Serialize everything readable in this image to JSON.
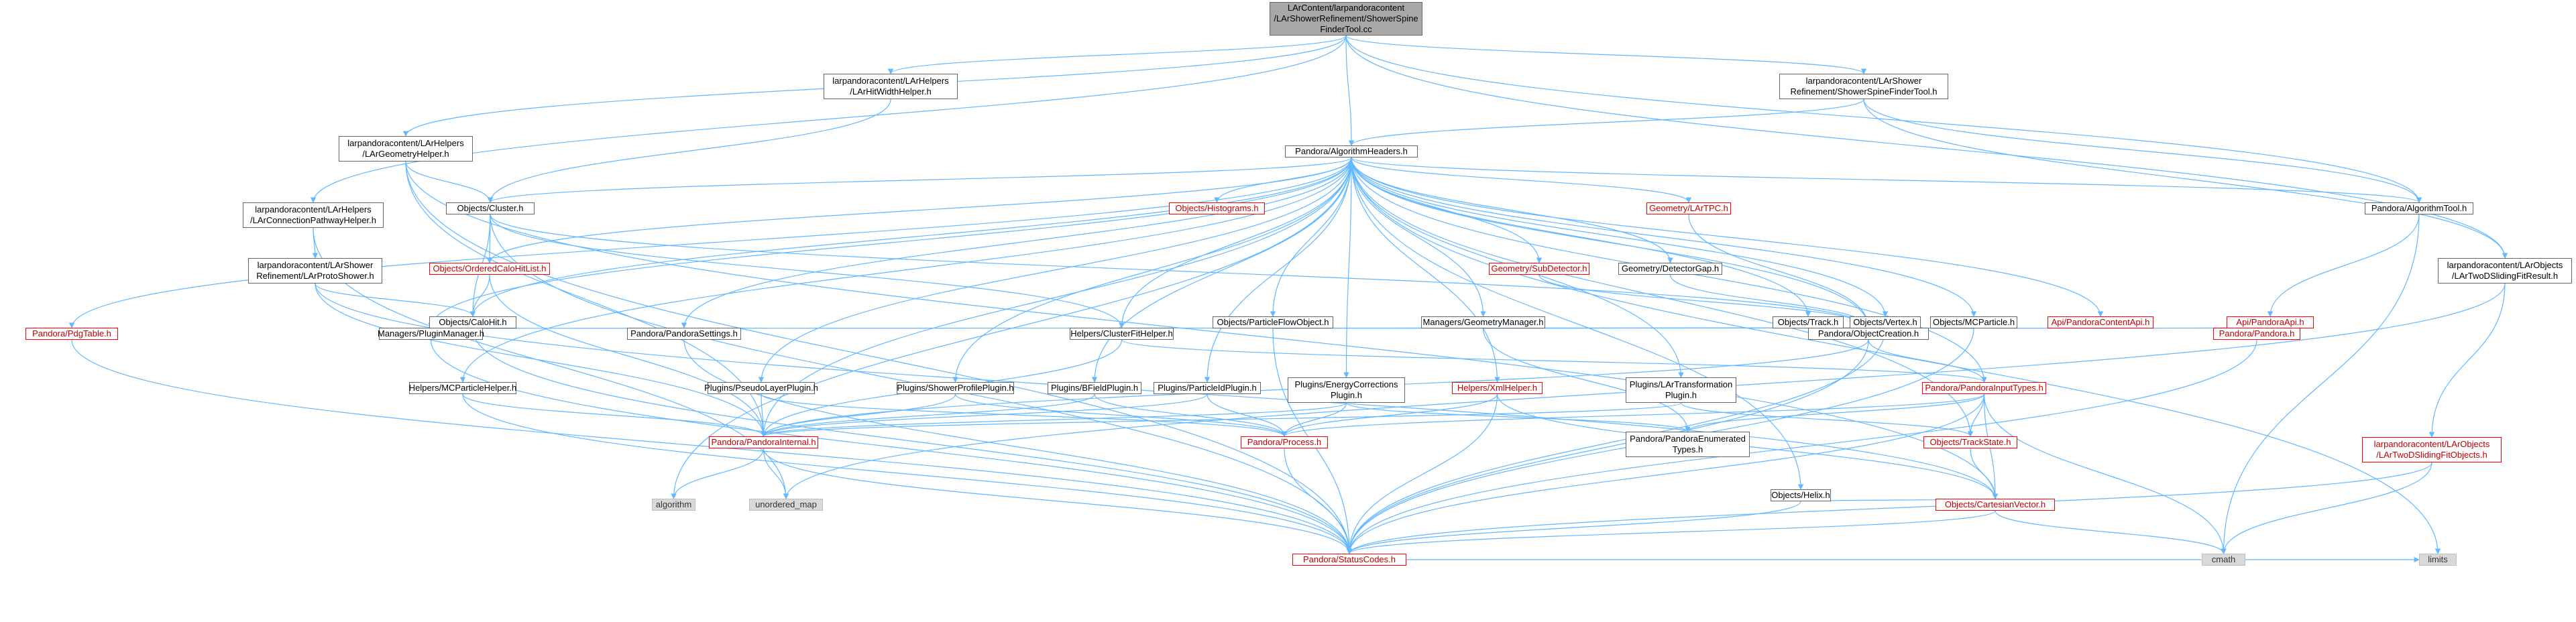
{
  "nodes": [
    {
      "id": "root",
      "label": "LArContent/larpandoracontent\n/LArShowerRefinement/ShowerSpine\nFinderTool.cc",
      "style": "root"
    },
    {
      "id": "lahwh",
      "label": "larpandoracontent/LArHelpers\n/LArHitWidthHelper.h",
      "style": "normal"
    },
    {
      "id": "lssfth",
      "label": "larpandoracontent/LArShower\nRefinement/ShowerSpineFinderTool.h",
      "style": "normal"
    },
    {
      "id": "lageo",
      "label": "larpandoracontent/LArHelpers\n/LArGeometryHelper.h",
      "style": "normal"
    },
    {
      "id": "pah",
      "label": "Pandora/AlgorithmHeaders.h",
      "style": "normal"
    },
    {
      "id": "lacph",
      "label": "larpandoracontent/LArHelpers\n/LArConnectionPathwayHelper.h",
      "style": "normal"
    },
    {
      "id": "ocl",
      "label": "Objects/Cluster.h",
      "style": "normal"
    },
    {
      "id": "ohist",
      "label": "Objects/Histograms.h",
      "style": "red"
    },
    {
      "id": "gtpc",
      "label": "Geometry/LArTPC.h",
      "style": "red"
    },
    {
      "id": "pat",
      "label": "Pandora/AlgorithmTool.h",
      "style": "normal"
    },
    {
      "id": "l2dsf",
      "label": "larpandoracontent/LArObjects\n/LArTwoDSlidingFitResult.h",
      "style": "normal"
    },
    {
      "id": "lsps",
      "label": "larpandoracontent/LArShower\nRefinement/LArProtoShower.h",
      "style": "normal"
    },
    {
      "id": "ooch",
      "label": "Objects/OrderedCaloHitList.h",
      "style": "red"
    },
    {
      "id": "gsd",
      "label": "Geometry/SubDetector.h",
      "style": "red"
    },
    {
      "id": "gdg",
      "label": "Geometry/DetectorGap.h",
      "style": "normal"
    },
    {
      "id": "och",
      "label": "Objects/CaloHit.h",
      "style": "normal"
    },
    {
      "id": "opfo",
      "label": "Objects/ParticleFlowObject.h",
      "style": "normal"
    },
    {
      "id": "mgm",
      "label": "Managers/GeometryManager.h",
      "style": "normal"
    },
    {
      "id": "otr",
      "label": "Objects/Track.h",
      "style": "normal"
    },
    {
      "id": "ovx",
      "label": "Objects/Vertex.h",
      "style": "normal"
    },
    {
      "id": "omcp",
      "label": "Objects/MCParticle.h",
      "style": "normal"
    },
    {
      "id": "apca",
      "label": "Api/PandoraContentApi.h",
      "style": "red"
    },
    {
      "id": "apa",
      "label": "Api/PandoraApi.h",
      "style": "red"
    },
    {
      "id": "ppdg",
      "label": "Pandora/PdgTable.h",
      "style": "red"
    },
    {
      "id": "mpm",
      "label": "Managers/PluginManager.h",
      "style": "normal"
    },
    {
      "id": "pps",
      "label": "Pandora/PandoraSettings.h",
      "style": "normal"
    },
    {
      "id": "hcfh",
      "label": "Helpers/ClusterFitHelper.h",
      "style": "normal"
    },
    {
      "id": "poc",
      "label": "Pandora/ObjectCreation.h",
      "style": "normal"
    },
    {
      "id": "pp",
      "label": "Pandora/Pandora.h",
      "style": "red"
    },
    {
      "id": "hmcp",
      "label": "Helpers/MCParticleHelper.h",
      "style": "normal"
    },
    {
      "id": "ppslp",
      "label": "Plugins/PseudoLayerPlugin.h",
      "style": "normal"
    },
    {
      "id": "pspp",
      "label": "Plugins/ShowerProfilePlugin.h",
      "style": "normal"
    },
    {
      "id": "pbfp",
      "label": "Plugins/BFieldPlugin.h",
      "style": "normal"
    },
    {
      "id": "ppid",
      "label": "Plugins/ParticleIdPlugin.h",
      "style": "normal"
    },
    {
      "id": "pecp",
      "label": "Plugins/EnergyCorrections\nPlugin.h",
      "style": "normal"
    },
    {
      "id": "hxml",
      "label": "Helpers/XmlHelper.h",
      "style": "red"
    },
    {
      "id": "pltp",
      "label": "Plugins/LArTransformation\nPlugin.h",
      "style": "normal"
    },
    {
      "id": "ppit",
      "label": "Pandora/PandoraInputTypes.h",
      "style": "red"
    },
    {
      "id": "ppi",
      "label": "Pandora/PandoraInternal.h",
      "style": "red"
    },
    {
      "id": "ppr",
      "label": "Pandora/Process.h",
      "style": "red"
    },
    {
      "id": "ppet",
      "label": "Pandora/PandoraEnumerated\nTypes.h",
      "style": "normal"
    },
    {
      "id": "ohx",
      "label": "Objects/Helix.h",
      "style": "normal"
    },
    {
      "id": "ots",
      "label": "Objects/TrackState.h",
      "style": "red"
    },
    {
      "id": "l2dsfo",
      "label": "larpandoracontent/LArObjects\n/LArTwoDSlidingFitObjects.h",
      "style": "red"
    },
    {
      "id": "alg",
      "label": "algorithm",
      "style": "grey"
    },
    {
      "id": "umap",
      "label": "unordered_map",
      "style": "grey"
    },
    {
      "id": "ocv",
      "label": "Objects/CartesianVector.h",
      "style": "red"
    },
    {
      "id": "psc",
      "label": "Pandora/StatusCodes.h",
      "style": "red"
    },
    {
      "id": "cmath",
      "label": "cmath",
      "style": "grey"
    },
    {
      "id": "limits",
      "label": "limits",
      "style": "grey"
    }
  ],
  "edges": [
    [
      "root",
      "lahwh"
    ],
    [
      "root",
      "lssfth"
    ],
    [
      "root",
      "lageo"
    ],
    [
      "root",
      "pah"
    ],
    [
      "root",
      "lacph"
    ],
    [
      "root",
      "pat"
    ],
    [
      "root",
      "l2dsf"
    ],
    [
      "lahwh",
      "ocl"
    ],
    [
      "lssfth",
      "pah"
    ],
    [
      "lssfth",
      "pat"
    ],
    [
      "lssfth",
      "l2dsf"
    ],
    [
      "lageo",
      "ocl"
    ],
    [
      "lageo",
      "psc"
    ],
    [
      "lageo",
      "ocv"
    ],
    [
      "lageo",
      "ppi"
    ],
    [
      "lacph",
      "lsps"
    ],
    [
      "lacph",
      "umap"
    ],
    [
      "lsps",
      "och"
    ],
    [
      "lsps",
      "ppi"
    ],
    [
      "lsps",
      "ocv"
    ],
    [
      "pah",
      "ohist"
    ],
    [
      "pah",
      "gtpc"
    ],
    [
      "pah",
      "pat"
    ],
    [
      "pah",
      "ocl"
    ],
    [
      "pah",
      "ooch"
    ],
    [
      "pah",
      "gsd"
    ],
    [
      "pah",
      "gdg"
    ],
    [
      "pah",
      "och"
    ],
    [
      "pah",
      "opfo"
    ],
    [
      "pah",
      "mgm"
    ],
    [
      "pah",
      "otr"
    ],
    [
      "pah",
      "ovx"
    ],
    [
      "pah",
      "omcp"
    ],
    [
      "pah",
      "apca"
    ],
    [
      "pah",
      "ppdg"
    ],
    [
      "pah",
      "mpm"
    ],
    [
      "pah",
      "pps"
    ],
    [
      "pah",
      "hcfh"
    ],
    [
      "pah",
      "poc"
    ],
    [
      "pah",
      "hmcp"
    ],
    [
      "pah",
      "ppslp"
    ],
    [
      "pah",
      "pspp"
    ],
    [
      "pah",
      "pbfp"
    ],
    [
      "pah",
      "ppid"
    ],
    [
      "pah",
      "pecp"
    ],
    [
      "pah",
      "hxml"
    ],
    [
      "pah",
      "pltp"
    ],
    [
      "pah",
      "ppit"
    ],
    [
      "pah",
      "ppi"
    ],
    [
      "pah",
      "ots"
    ],
    [
      "pah",
      "alg"
    ],
    [
      "pah",
      "limits"
    ],
    [
      "pah",
      "ohx"
    ],
    [
      "ocl",
      "ooch"
    ],
    [
      "ocl",
      "och"
    ],
    [
      "ocl",
      "hcfh"
    ],
    [
      "ocl",
      "poc"
    ],
    [
      "ocl",
      "psc"
    ],
    [
      "ooch",
      "och"
    ],
    [
      "ooch",
      "ppi"
    ],
    [
      "och",
      "poc"
    ],
    [
      "och",
      "psc"
    ],
    [
      "gtpc",
      "poc"
    ],
    [
      "gsd",
      "poc"
    ],
    [
      "gdg",
      "poc"
    ],
    [
      "opfo",
      "poc"
    ],
    [
      "opfo",
      "psc"
    ],
    [
      "mgm",
      "poc"
    ],
    [
      "mgm",
      "ppet"
    ],
    [
      "otr",
      "poc"
    ],
    [
      "ovx",
      "poc"
    ],
    [
      "ovx",
      "psc"
    ],
    [
      "omcp",
      "poc"
    ],
    [
      "omcp",
      "psc"
    ],
    [
      "apca",
      "poc"
    ],
    [
      "apca",
      "pp"
    ],
    [
      "pat",
      "apa"
    ],
    [
      "pat",
      "cmath"
    ],
    [
      "apa",
      "pp"
    ],
    [
      "l2dsf",
      "l2dsfo"
    ],
    [
      "l2dsf",
      "umap"
    ],
    [
      "poc",
      "ppit"
    ],
    [
      "poc",
      "ppi"
    ],
    [
      "poc",
      "psc"
    ],
    [
      "pp",
      "psc"
    ],
    [
      "hcfh",
      "ppi"
    ],
    [
      "hcfh",
      "ppit"
    ],
    [
      "ppdg",
      "psc"
    ],
    [
      "mpm",
      "psc"
    ],
    [
      "pps",
      "psc"
    ],
    [
      "hmcp",
      "ppi"
    ],
    [
      "hmcp",
      "psc"
    ],
    [
      "ppslp",
      "ppi"
    ],
    [
      "ppslp",
      "ppr"
    ],
    [
      "pspp",
      "ppi"
    ],
    [
      "pspp",
      "ppr"
    ],
    [
      "pbfp",
      "ppi"
    ],
    [
      "pbfp",
      "ppr"
    ],
    [
      "ppid",
      "ppi"
    ],
    [
      "ppid",
      "ppr"
    ],
    [
      "pecp",
      "ppi"
    ],
    [
      "pecp",
      "ppr"
    ],
    [
      "pecp",
      "ppet"
    ],
    [
      "hxml",
      "ppr"
    ],
    [
      "hxml",
      "psc"
    ],
    [
      "hxml",
      "ocv"
    ],
    [
      "pltp",
      "ppi"
    ],
    [
      "pltp",
      "ots"
    ],
    [
      "ppit",
      "ppet"
    ],
    [
      "ppit",
      "ots"
    ],
    [
      "ppit",
      "ocv"
    ],
    [
      "ppit",
      "psc"
    ],
    [
      "ppit",
      "ppr"
    ],
    [
      "ppit",
      "cmath"
    ],
    [
      "ppi",
      "alg"
    ],
    [
      "ppi",
      "umap"
    ],
    [
      "ppi",
      "psc"
    ],
    [
      "ppr",
      "psc"
    ],
    [
      "ohx",
      "ocv"
    ],
    [
      "ohx",
      "psc"
    ],
    [
      "ots",
      "ocv"
    ],
    [
      "ocv",
      "psc"
    ],
    [
      "ocv",
      "cmath"
    ],
    [
      "l2dsfo",
      "psc"
    ],
    [
      "l2dsfo",
      "cmath"
    ],
    [
      "psc",
      "limits"
    ]
  ],
  "colors": {
    "edge": "#63b8ff",
    "border": "#666666",
    "red": "#ff0000"
  }
}
